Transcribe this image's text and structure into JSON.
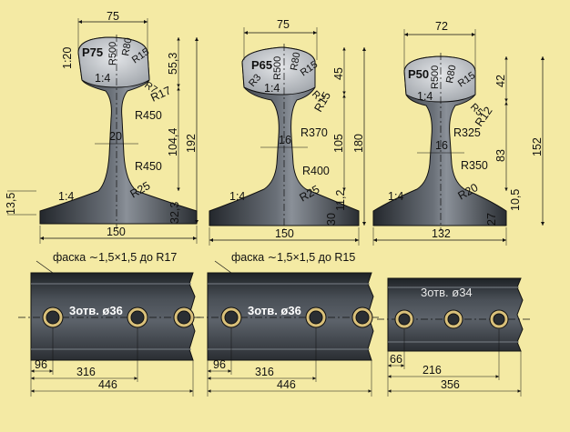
{
  "colors": {
    "background": "#f4eaa4",
    "steel_dark": "#2a2e33",
    "steel_mid": "#5a6068",
    "steel_light": "#c9cdd2",
    "head_fill": "#bfc3c8",
    "hole_ring": "#d9c07a"
  },
  "rails": [
    {
      "name": "Р75",
      "top_width": "75",
      "base_width": "150",
      "height": "192",
      "head_height": "55,3",
      "web_height": "104,4",
      "base_edge": "32,3",
      "web_thickness": "20",
      "left_edge": "13,5",
      "head_slope": "1:20",
      "slope_head": "1:4",
      "slope_base": "1:4",
      "radii": {
        "crown": "R500",
        "corner": "R80",
        "side": "R15",
        "lower1": "R7",
        "lower2": "R17",
        "web_top": "R450",
        "web_bottom": "R450",
        "foot": "R25"
      }
    },
    {
      "name": "Р65",
      "top_width": "75",
      "base_width": "150",
      "height": "180",
      "head_height": "45",
      "web_height": "105",
      "base_edge": "30",
      "foot_height": "11,2",
      "web_thickness": "16",
      "slope_head": "1:4",
      "slope_base": "1:4",
      "radii": {
        "crown": "R500",
        "corner": "R80",
        "side": "R15",
        "left": "R3",
        "lower1": "R7",
        "lower2": "R15",
        "web_top": "R370",
        "web_bottom": "R400",
        "foot": "R25"
      }
    },
    {
      "name": "Р50",
      "top_width": "72",
      "base_width": "132",
      "height": "152",
      "head_height": "42",
      "web_height": "83",
      "base_edge": "27",
      "foot_height": "10,5",
      "web_thickness": "16",
      "slope_head": "1:4",
      "slope_base": "1:4",
      "radii": {
        "crown": "R500",
        "corner": "R80",
        "side": "R15",
        "lower1": "R5",
        "lower2": "R12",
        "web_top": "R325",
        "web_bottom": "R350",
        "foot": "R20"
      }
    }
  ],
  "web_panels": [
    {
      "chamfer_note": "фаска ∼1,5×1,5 до R17",
      "holes_label": "3отв. ø36",
      "dim_first": "96",
      "dim_last": "316",
      "dim_total": "446"
    },
    {
      "chamfer_note": "фаска ∼1,5×1,5 до R15",
      "holes_label": "3отв. ø36",
      "dim_first": "96",
      "dim_last": "316",
      "dim_total": "446"
    },
    {
      "chamfer_note": "",
      "holes_label": "3отв. ø34",
      "dim_first": "66",
      "dim_last": "216",
      "dim_total": "356"
    }
  ]
}
